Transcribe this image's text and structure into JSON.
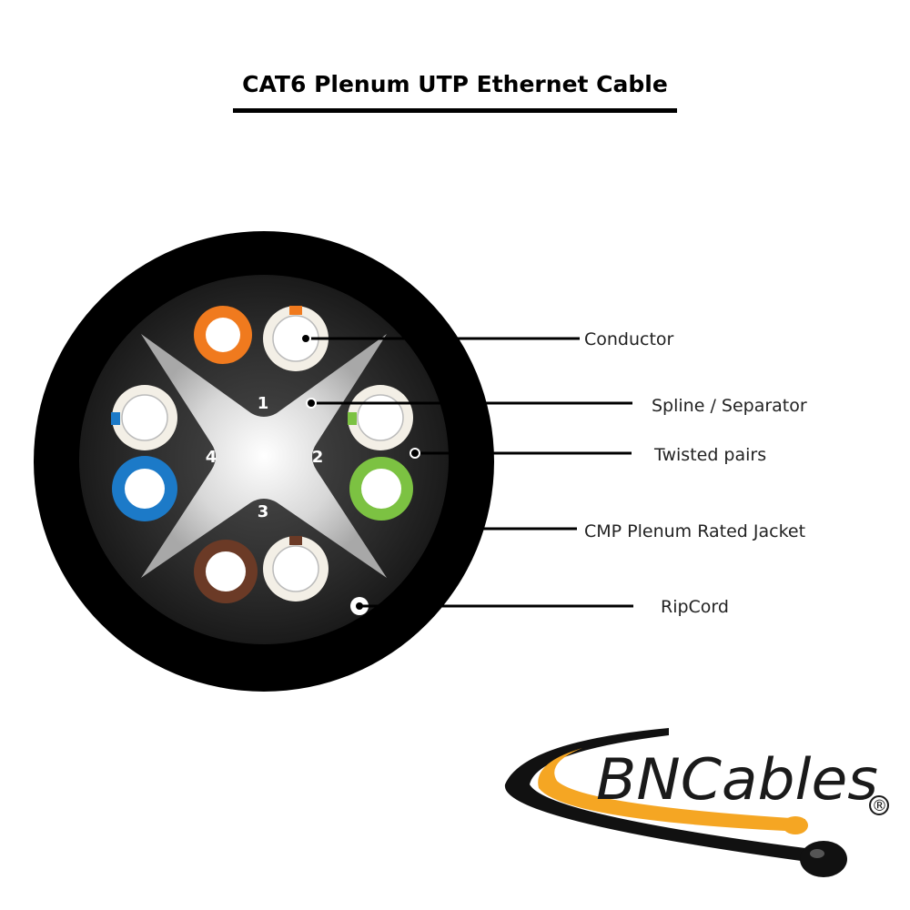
{
  "title": "CAT6 Plenum UTP Ethernet Cable",
  "pairs": [
    {
      "number": "1",
      "solid_color": "#f07a1e",
      "stripe_color": "#f07a1e"
    },
    {
      "number": "2",
      "solid_color": "#7cc242",
      "stripe_color": "#7cc242"
    },
    {
      "number": "3",
      "solid_color": "#6b3a26",
      "stripe_color": "#6b3a26"
    },
    {
      "number": "4",
      "solid_color": "#1c7ac8",
      "stripe_color": "#1c7ac8"
    }
  ],
  "callouts": [
    {
      "label": "Conductor"
    },
    {
      "label": "Spline / Separator"
    },
    {
      "label": "Twisted pairs"
    },
    {
      "label": "CMP Plenum Rated Jacket"
    },
    {
      "label": "RipCord"
    }
  ],
  "logo": {
    "text": "BNCables",
    "registered": "®",
    "accent_color": "#f5a623"
  },
  "colors": {
    "jacket": "#000000",
    "spline": "#cfcfcf",
    "inner": "#2a2a2a"
  }
}
